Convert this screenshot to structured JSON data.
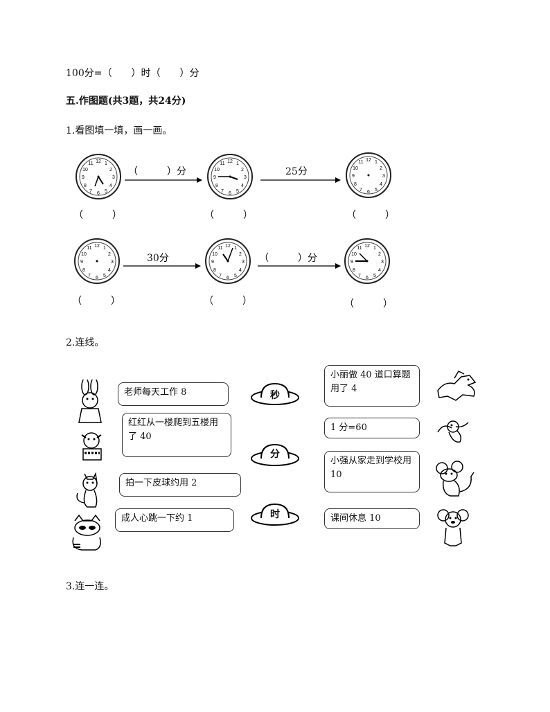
{
  "line1": "100分=（　　）时（　　）分",
  "section_title": "五.作图题(共3题，共24分)",
  "q1": {
    "label": "1.看图填一填，画一画。",
    "row1": {
      "arrow1_label": "（　　　）分",
      "arrow2_label": "25分"
    },
    "row2": {
      "arrow1_label": "30分",
      "arrow2_label": "（　　　）分"
    },
    "blank": "（　　　）"
  },
  "q2": {
    "label": "2.连线。",
    "left_bubbles": [
      "老师每天工作 8",
      "红红从一楼爬到五楼用了 40",
      "拍一下皮球约用 2",
      "成人心跳一下约 1"
    ],
    "hats": [
      "秒",
      "分",
      "时"
    ],
    "right_bubbles": [
      "小丽做 40 道口算题用了 4",
      "1 分=60",
      "小强从家走到学校用 10",
      "课间休息 10"
    ]
  },
  "q3": {
    "label": "3.连一连。"
  }
}
